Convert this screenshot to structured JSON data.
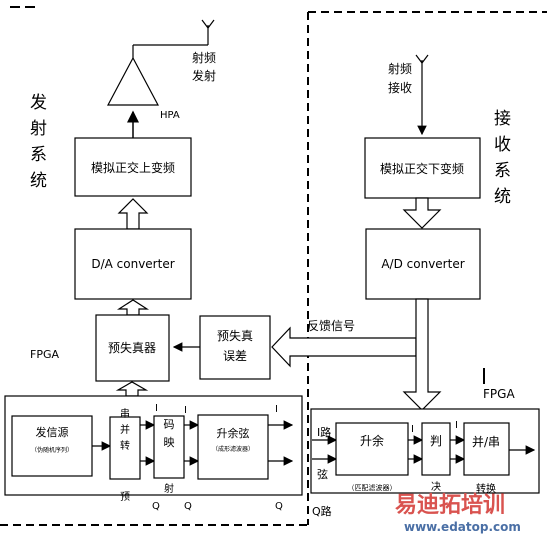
{
  "labels": {
    "tx_system": "发射系统",
    "rx_system": "接收系统",
    "rf_transmit_line1": "射频",
    "rf_transmit_line2": "发射",
    "rf_receive_line1": "射频",
    "rf_receive_line2": "接收",
    "hpa": "HPA",
    "feedback_signal": "反馈信号",
    "fpga_left": "FPGA",
    "fpga_right": "FPGA",
    "i_top1": "I",
    "i_top2": "I",
    "i_rx1": "I",
    "i_rx2": "I",
    "q1": "Q",
    "q2": "Q",
    "q3": "Q",
    "i_path": "I路",
    "q_path": "Q路",
    "xian": "弦",
    "yu": "预",
    "she": "射",
    "jue": "决",
    "cursor_mark": "I"
  },
  "blocks": {
    "upconverter": "模拟正交上变频",
    "dac": "D/A converter",
    "predistorter": "预失真器",
    "pd_error_line1": "预失真",
    "pd_error_line2": "误差",
    "downconverter": "模拟正交下变频",
    "adc": "A/D converter",
    "source": "发信源",
    "source_sub": "（伪随机序列）",
    "sp_convert": "串并转",
    "mapping": "码映",
    "raised_cos": "升余弦",
    "raised_cos_sub": "（成形滤波器）",
    "rx_raised_cos": "升余",
    "rx_filter_sub": "（匹配滤波器）",
    "decide": "判",
    "ps_convert": "并/串",
    "ps_sub": "转换"
  },
  "watermark": {
    "brand": "易迪拓培训",
    "url": "www.edatop.com"
  },
  "colors": {
    "line": "#000000",
    "watermark_brand": "#d9534f",
    "watermark_url": "#4a6fa5"
  }
}
